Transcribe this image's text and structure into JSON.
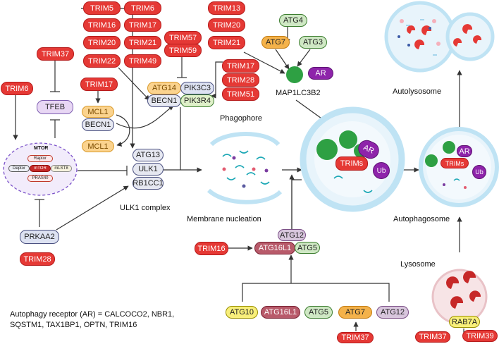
{
  "trims_top": [
    "TRIM5",
    "TRIM6",
    "TRIM16",
    "TRIM17",
    "TRIM20",
    "TRIM21",
    "TRIM22",
    "TRIM49"
  ],
  "trims_mid": [
    "TRIM57",
    "TRIM59"
  ],
  "trims_top_right": [
    "TRIM13",
    "TRIM20",
    "TRIM21"
  ],
  "trims_pik3": [
    "TRIM17",
    "TRIM28",
    "TRIM51"
  ],
  "trim37_a": "TRIM37",
  "tfeb": "TFEB",
  "trim6": "TRIM6",
  "trim17_mcl": "TRIM17",
  "mcl1": "MCL1",
  "becn1": "BECN1",
  "pi3k": {
    "atg14": "ATG14",
    "pik3c3": "PIK3C3",
    "becn1": "BECN1",
    "pik3r4": "PIK3R4"
  },
  "mtor": {
    "title": "MTOR",
    "raptor": "Raptor",
    "deptor": "Deptor",
    "mtor": "mTOR",
    "mlst8": "mLST8",
    "pras40": "PRAS40"
  },
  "ulk": {
    "atg13": "ATG13",
    "ulk1": "ULK1",
    "rb1cc1": "RB1CC1",
    "label": "ULK1 complex"
  },
  "prkaa2": "PRKAA2",
  "trim28": "TRIM28",
  "atg4": "ATG4",
  "atg7": "ATG7",
  "atg3": "ATG3",
  "ar": "AR",
  "map1lc3b2": "MAP1LC3B2",
  "phagophore": "Phagophore",
  "membrane_nucleation": "Membrane nucleation",
  "trims": "TRIMs",
  "ub": "Ub",
  "autolysosome": "Autolysosome",
  "autophagosome": "Autophagosome",
  "lysosome": "Lysosome",
  "trim16": "TRIM16",
  "atg12": "ATG12",
  "atg16l1": "ATG16L1",
  "atg5": "ATG5",
  "bottom_row": [
    "ATG10",
    "ATG16L1",
    "ATG5",
    "ATG7",
    "ATG12"
  ],
  "trim37_b": "TRIM37",
  "rab7a": "RAB7A",
  "trim37_c": "TRIM37",
  "trim39": "TRIM39",
  "receptor_note": [
    "Autophagy receptor (AR) = CALCOCO2, NBR1,",
    "SQSTM1, TAX1BP1, OPTN, TRIM16"
  ]
}
